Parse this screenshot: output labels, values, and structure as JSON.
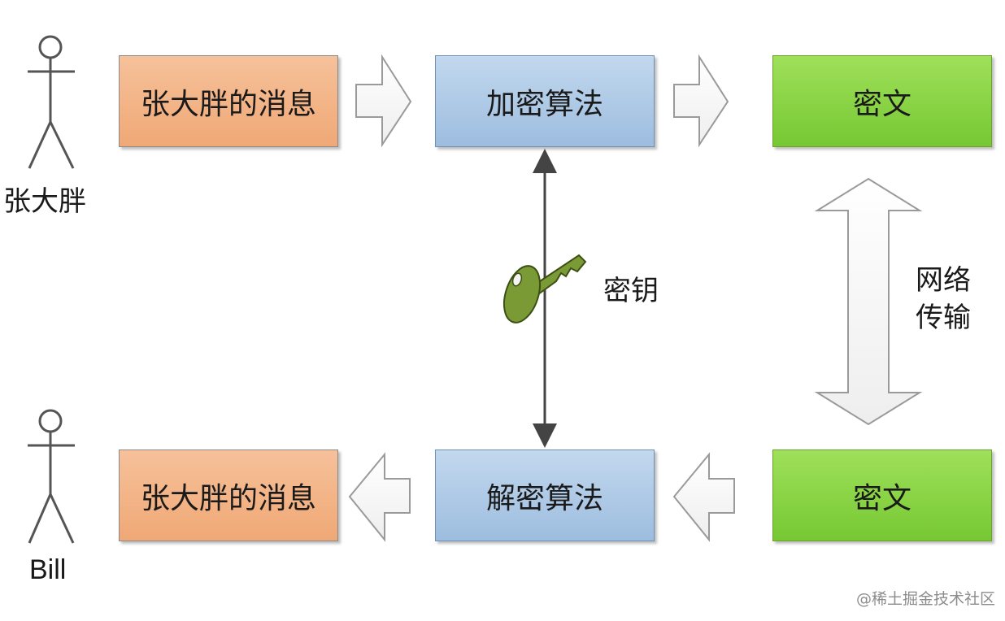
{
  "sender": {
    "name": "张大胖"
  },
  "receiver": {
    "name": "Bill"
  },
  "top_row": {
    "message": "张大胖的消息",
    "algorithm": "加密算法",
    "ciphertext": "密文"
  },
  "bottom_row": {
    "message": "张大胖的消息",
    "algorithm": "解密算法",
    "ciphertext": "密文"
  },
  "key_label": "密钥",
  "transfer_label": {
    "line1": "网络",
    "line2": "传输"
  },
  "watermark": "@稀土掘金技术社区",
  "colors": {
    "message_box": "#f3b386",
    "algorithm_box": "#adc9e7",
    "ciphertext_box": "#86d444",
    "key": "#7a9a36"
  },
  "icons": [
    "stick-figure-icon",
    "key-icon",
    "right-arrow-icon",
    "left-arrow-icon",
    "double-arrow-icon"
  ]
}
